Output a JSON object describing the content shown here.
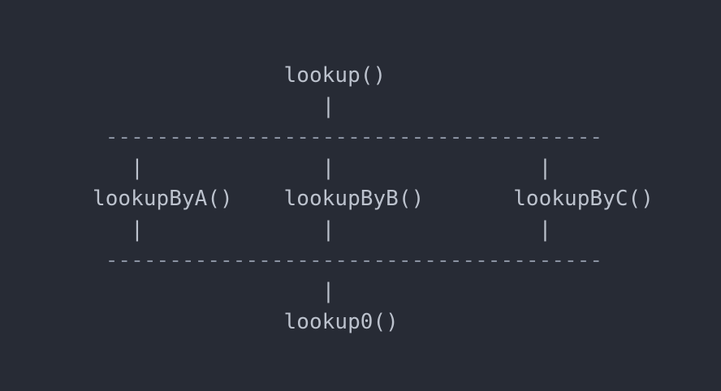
{
  "app": {
    "background_color": "#272b35",
    "text_color": "#bcc2cd",
    "divider_color": "#8a92a1"
  },
  "diagram": {
    "nodes": {
      "root": "lookup()",
      "branches": [
        "lookupByA()",
        "lookupByB()",
        "lookupByC()"
      ],
      "sink": "lookup0()"
    },
    "lines": [
      "               lookup()",
      "                  |",
      " ---------------------------------------",
      "   |              |                |",
      "lookupByA()    lookupByB()       lookupByC()",
      "   |              |                |",
      " ---------------------------------------",
      "                  |",
      "               lookup0()"
    ]
  }
}
